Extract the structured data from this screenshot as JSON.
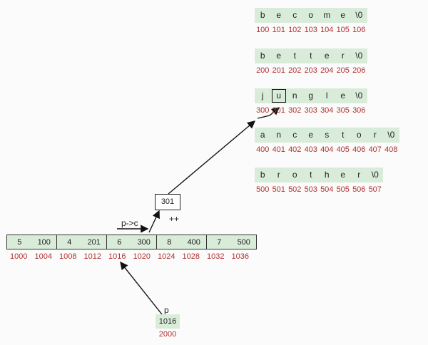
{
  "strings": [
    {
      "chars": [
        "b",
        "e",
        "c",
        "o",
        "m",
        "e",
        "\\0"
      ],
      "addrs": [
        "100",
        "101",
        "102",
        "103",
        "104",
        "105",
        "106"
      ]
    },
    {
      "chars": [
        "b",
        "e",
        "t",
        "t",
        "e",
        "r",
        "\\0"
      ],
      "addrs": [
        "200",
        "201",
        "202",
        "203",
        "204",
        "205",
        "206"
      ]
    },
    {
      "chars": [
        "j",
        "u",
        "n",
        "g",
        "l",
        "e",
        "\\0"
      ],
      "addrs": [
        "300",
        "301",
        "302",
        "303",
        "304",
        "305",
        "306"
      ],
      "highlight_index": 1
    },
    {
      "chars": [
        "a",
        "n",
        "c",
        "e",
        "s",
        "t",
        "o",
        "r",
        "\\0"
      ],
      "addrs": [
        "400",
        "401",
        "402",
        "403",
        "404",
        "405",
        "406",
        "407",
        "408"
      ]
    },
    {
      "chars": [
        "b",
        "r",
        "o",
        "t",
        "h",
        "e",
        "r",
        "\\0"
      ],
      "addrs": [
        "500",
        "501",
        "502",
        "503",
        "504",
        "505",
        "506",
        "507"
      ]
    }
  ],
  "memory": {
    "groups": [
      {
        "a": "5",
        "b": "100"
      },
      {
        "a": "4",
        "b": "201"
      },
      {
        "a": "6",
        "b": "300"
      },
      {
        "a": "8",
        "b": "400"
      },
      {
        "a": "7",
        "b": "500"
      }
    ],
    "addrs": [
      "1000",
      "1004",
      "1008",
      "1012",
      "1016",
      "1020",
      "1024",
      "1028",
      "1032",
      "1036"
    ]
  },
  "pointer_box": "301",
  "increment_label": "++",
  "arrow_label": "p->c",
  "p": {
    "name": "p",
    "value": "1016",
    "addr": "2000"
  }
}
